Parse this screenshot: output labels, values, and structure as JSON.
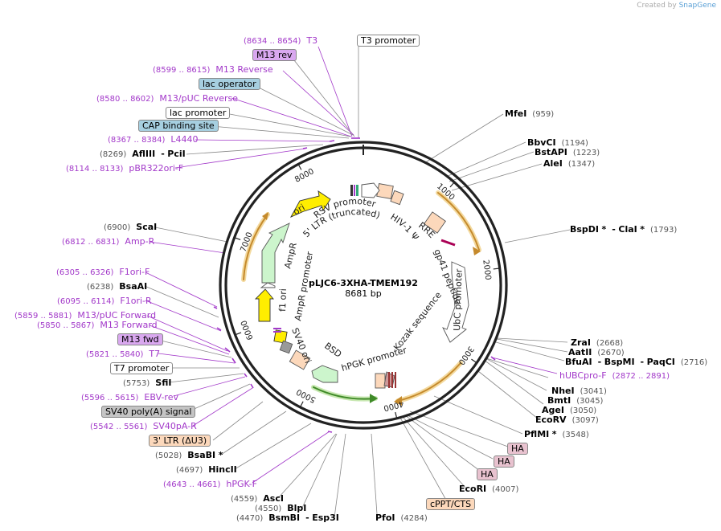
{
  "credit": {
    "prefix": "Created by",
    "brand": "SnapGene"
  },
  "plasmid": {
    "name": "pLJC6-3XHA-TMEM192",
    "size_label": "8681 bp"
  },
  "ticks": [
    "1000",
    "2000",
    "3000",
    "4000",
    "5000",
    "6000",
    "7000",
    "8000"
  ],
  "features": {
    "ori": "ori",
    "ampr": "AmpR",
    "ampr_promoter": "AmpR promoter",
    "f1_ori": "f1 ori",
    "sv40_ori": "SV40 ori",
    "bsd": "BSD",
    "hpgk_promoter": "hPGK promoter",
    "kozak": "Kozak sequence",
    "ubc_promoter": "UbC promoter",
    "gp41": "gp41 peptide",
    "rre": "RRE",
    "psi": "HIV-1 Ψ",
    "rsv_promoter": "RSV promoter",
    "ltr5": "5' LTR (truncated)"
  },
  "labels": {
    "t3": {
      "coord": "(8634 .. 8654)",
      "name": "T3"
    },
    "t3_promoter": "T3 promoter",
    "m13_rev": "M13 rev",
    "m13_reverse": {
      "coord": "(8599 .. 8615)",
      "name": "M13 Reverse"
    },
    "lac_operator": "lac operator",
    "m13puc_reverse": {
      "coord": "(8580 .. 8602)",
      "name": "M13/pUC Reverse"
    },
    "lac_promoter": "lac promoter",
    "cap_site": "CAP binding site",
    "l4440": {
      "coord": "(8367 .. 8384)",
      "name": "L4440"
    },
    "afliii": {
      "coord": "(8269)",
      "name": "AflIII",
      "sep": "-",
      "name2": "PciI"
    },
    "pbr322": {
      "coord": "(8114 .. 8133)",
      "name": "pBR322ori-F"
    },
    "scai": {
      "coord": "(6900)",
      "name": "ScaI"
    },
    "ampr_primer": {
      "coord": "(6812 .. 6831)",
      "name": "Amp-R"
    },
    "f1ori_f": {
      "coord": "(6305 .. 6326)",
      "name": "F1ori-F"
    },
    "bsaai": {
      "coord": "(6238)",
      "name": "BsaAI"
    },
    "f1ori_r": {
      "coord": "(6095 .. 6114)",
      "name": "F1ori-R"
    },
    "m13puc_forward": {
      "coord": "(5859 .. 5881)",
      "name": "M13/pUC Forward"
    },
    "m13_forward": {
      "coord": "(5850 .. 5867)",
      "name": "M13 Forward"
    },
    "m13_fwd": "M13 fwd",
    "t7": {
      "coord": "(5821 .. 5840)",
      "name": "T7"
    },
    "t7_promoter": "T7 promoter",
    "sfii": {
      "coord": "(5753)",
      "name": "SfiI"
    },
    "ebv_rev": {
      "coord": "(5596 .. 5615)",
      "name": "EBV-rev"
    },
    "sv40_polya": "SV40 poly(A) signal",
    "sv40pa_r": {
      "coord": "(5542 .. 5561)",
      "name": "SV40pA-R"
    },
    "ltr3": "3' LTR (ΔU3)",
    "bsabi": {
      "coord": "(5028)",
      "name": "BsaBI",
      "suffix": "*"
    },
    "hincii": {
      "coord": "(4697)",
      "name": "HincII"
    },
    "hpgk_f": {
      "coord": "(4643 .. 4661)",
      "name": "hPGK-F"
    },
    "asci": {
      "coord": "(4559)",
      "name": "AscI"
    },
    "blpi": {
      "coord": "(4550)",
      "name": "BlpI"
    },
    "bsmbi": {
      "coord": "(4470)",
      "name": "BsmBI",
      "sep": "-",
      "name2": "Esp3I"
    },
    "pfoi": {
      "name": "PfoI",
      "coord": "(4284)"
    },
    "cppt": "cPPT/CTS",
    "ecori": {
      "name": "EcoRI",
      "coord": "(4007)"
    },
    "ha1": "HA",
    "ha2": "HA",
    "ha3": "HA",
    "pflmi": {
      "name": "PflMI",
      "suffix": "*",
      "coord": "(3548)"
    },
    "ecorv": {
      "name": "EcoRV",
      "coord": "(3097)"
    },
    "agei": {
      "name": "AgeI",
      "coord": "(3050)"
    },
    "bmti": {
      "name": "BmtI",
      "coord": "(3045)"
    },
    "nhei": {
      "name": "NheI",
      "coord": "(3041)"
    },
    "hubcpro": {
      "name": "hUBCpro-F",
      "coord": "(2872 .. 2891)"
    },
    "bfuai": {
      "name": "BfuAI",
      "sep": "-",
      "name2": "BspMI",
      "sep2": "-",
      "name3": "PaqCI",
      "coord": "(2716)"
    },
    "aatii": {
      "name": "AatII",
      "coord": "(2670)"
    },
    "zrai": {
      "name": "ZraI",
      "coord": "(2668)"
    },
    "bspdi": {
      "name": "BspDI",
      "suffix": "*",
      "sep": "-",
      "name2": "ClaI",
      "suffix2": "*",
      "coord": "(1793)"
    },
    "alei": {
      "name": "AleI",
      "coord": "(1347)"
    },
    "bstapi": {
      "name": "BstAPI",
      "coord": "(1223)"
    },
    "bbvci": {
      "name": "BbvCI",
      "coord": "(1194)"
    },
    "mfei": {
      "name": "MfeI",
      "coord": "(959)"
    }
  },
  "colors": {
    "primer": "#a238c9",
    "ori": "#ffee00",
    "ampr": "#ccf5cc",
    "orange": "#e8a33a",
    "promoter": "#ffffff",
    "ltr": "#fcd8bb",
    "blue_box": "#a6cfe0",
    "purple_box": "#d9a8ef",
    "grey_box": "#c4c4c4",
    "ha_box": "#e8c2cf"
  }
}
